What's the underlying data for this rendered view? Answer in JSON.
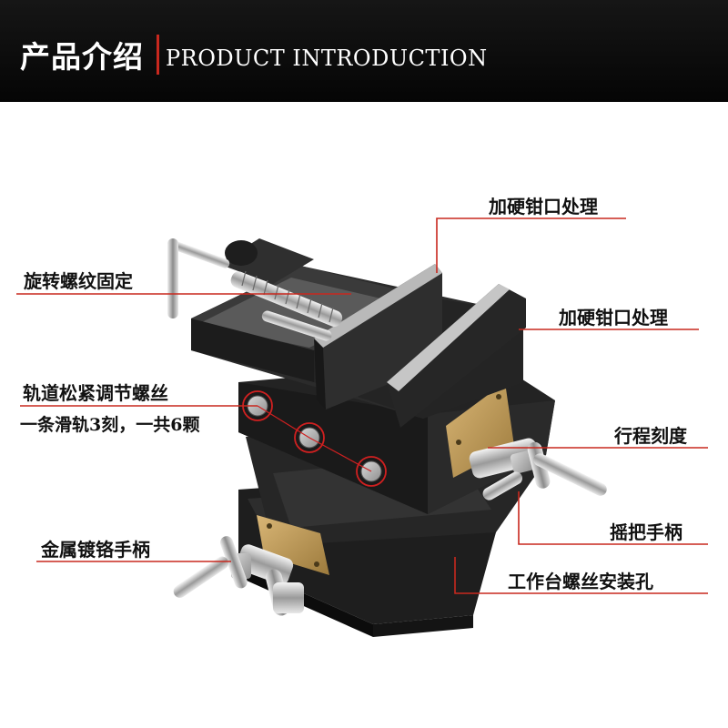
{
  "header": {
    "title_cn": "产品介绍",
    "title_en": "PRODUCT INTRODUCTION"
  },
  "labels": {
    "hardened_jaw_top": "加硬钳口处理",
    "rotary_thread": "旋转螺纹固定",
    "hardened_jaw_right": "加硬钳口处理",
    "rail_adjust_screw": "轨道松紧调节螺丝",
    "rail_detail": "一条滑轨3刻，一共6颗",
    "travel_scale": "行程刻度",
    "metal_handle": "金属镀铬手柄",
    "crank_handle": "摇把手柄",
    "table_mount_hole": "工作台螺丝安装孔"
  },
  "colors": {
    "accent": "#c8281e",
    "header_bg": "#0b0b0b",
    "header_text": "#ffffff",
    "label_text": "#111111"
  }
}
